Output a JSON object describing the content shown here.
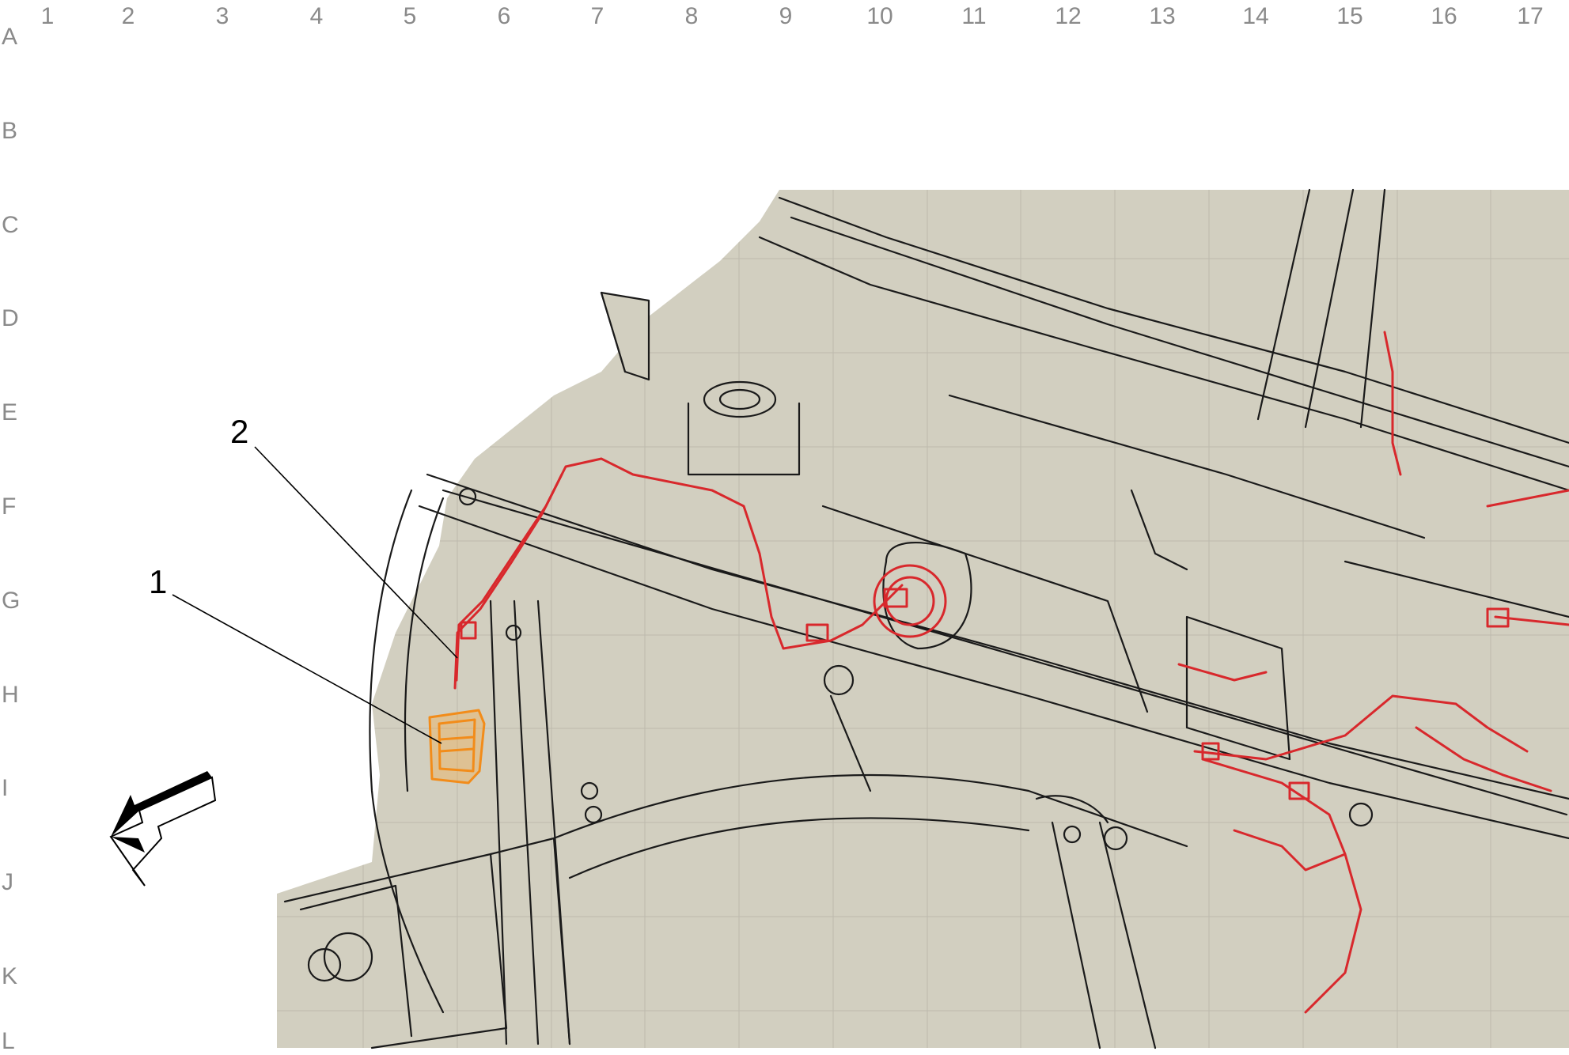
{
  "grid": {
    "columns": [
      "1",
      "2",
      "3",
      "4",
      "5",
      "6",
      "7",
      "8",
      "9",
      "10",
      "11",
      "12",
      "13",
      "14",
      "15",
      "16",
      "17"
    ],
    "rows": [
      "A",
      "B",
      "C",
      "D",
      "E",
      "F",
      "G",
      "H",
      "I",
      "J",
      "K",
      "L"
    ]
  },
  "callouts": {
    "c1": {
      "label": "1"
    },
    "c2": {
      "label": "2"
    }
  },
  "colors": {
    "background_panel": "#d2cfc0",
    "grid_line": "#bdbaad",
    "structure_line": "#1a1a1a",
    "harness": "#d8282c",
    "highlight_component": "#f28c1a",
    "label": "#8a8a8a"
  },
  "icons": {
    "direction_arrow": "front-direction-arrow-icon"
  }
}
